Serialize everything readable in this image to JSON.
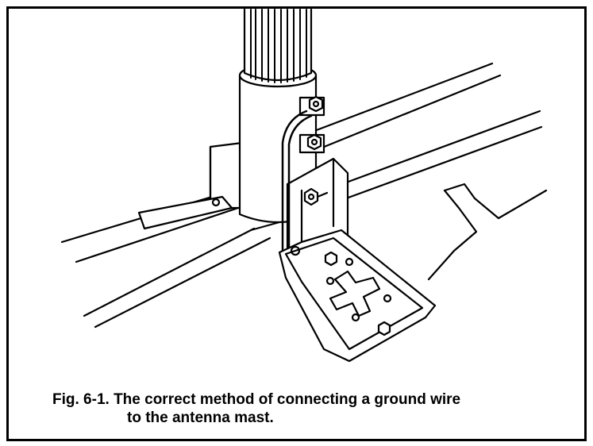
{
  "figure": {
    "caption_line1": "Fig. 6-1.  The correct method of connecting a ground wire",
    "caption_line2": "to the antenna mast."
  },
  "colors": {
    "ink": "#000000",
    "paper": "#ffffff"
  },
  "drawing": {
    "parts": [
      "antenna-mast",
      "mast-clamp",
      "grounding-bracket",
      "ground-wire",
      "mounting-foot",
      "roof-surface",
      "wire-end"
    ]
  }
}
